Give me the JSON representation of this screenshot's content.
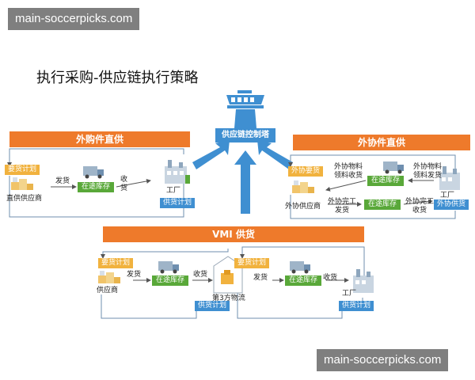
{
  "watermark": {
    "top": "main-soccerpicks.com",
    "bottom": "main-soccerpicks.com"
  },
  "title": "执行采购-供应链执行策略",
  "tower": {
    "label": "供应链控制塔"
  },
  "direct": {
    "banner": "外购件直供",
    "demand_plan": "要货计划",
    "ship": "发货",
    "inventory": "在途库存",
    "receive": "收货",
    "factory": "工厂",
    "supply_plan": "供货计划",
    "supplier": "直供供应商"
  },
  "outsourcing": {
    "banner": "外协件直供",
    "demand_plan": "外协要货",
    "material_receive": "外协物料领料收货",
    "material_ship": "外协物料领料发货",
    "inventory_top": "在途库存",
    "factory": "工厂",
    "supplier": "外协供应商",
    "finish_ship": "外协完工发货",
    "inventory_bottom": "在途库存",
    "finish_receive": "外协完工收货",
    "supply_plan": "外协供货"
  },
  "vmi": {
    "banner": "VMI 供货",
    "demand_plan_left": "要货计划",
    "ship_left": "发货",
    "inventory_left": "在途库存",
    "receive_left": "收货",
    "supplier": "供应商",
    "logistics": "第3方物流",
    "supply_plan_left": "供货计划",
    "demand_plan_right": "要货计划",
    "ship_right": "发货",
    "inventory_right": "在途库存",
    "receive_right": "收货",
    "factory": "工厂",
    "supply_plan_right": "供货计划"
  },
  "colors": {
    "orange": "#ee7a2b",
    "blue": "#3f8fd1",
    "green": "#59a839",
    "yellow": "#f1b23e",
    "watermark": "#7f7f7f"
  }
}
